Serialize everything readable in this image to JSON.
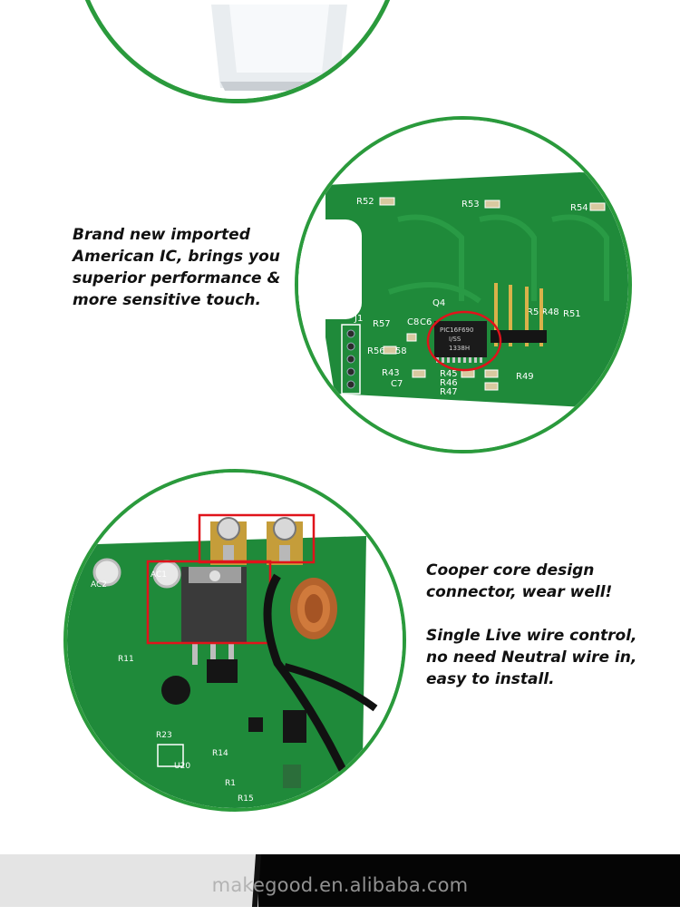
{
  "section_ic": {
    "caption": "Brand new imported\nAmerican IC, brings you\nsuperior performance &\nmore sensitive touch."
  },
  "section_connector": {
    "caption_copper": "Cooper core design\nconnector, wear well!",
    "caption_wiring": "Single Live wire control,\nno need Neutral wire in,\neasy to install."
  },
  "pcb_labels": {
    "r52": "R52",
    "r53": "R53",
    "r54": "R54",
    "q4": "Q4",
    "j1": "J1",
    "r57": "R57",
    "c8": "C8",
    "c6": "C6",
    "r56": "R56",
    "r58": "R58",
    "r43": "R43",
    "c7": "C7",
    "r45": "R45",
    "r46": "R46",
    "r47": "R47",
    "r49": "R49",
    "r50": "R50",
    "r48": "R48",
    "r51": "R51",
    "chip_line1": "PIC16F690",
    "chip_line2": "I/SS",
    "chip_line3": "1338H"
  },
  "board_labels": {
    "r23": "R23",
    "u20": "U20",
    "r1": "R1",
    "r15": "R15",
    "r14": "R14",
    "r11": "R11",
    "ac1": "AC1",
    "ac2": "AC2"
  },
  "footer": {
    "watermark": "makegood.en.alibaba.com"
  },
  "colors": {
    "accent_ring": "#2a9a3c",
    "pcb_green": "#1f8a3a",
    "highlight_red": "#e0131b"
  }
}
